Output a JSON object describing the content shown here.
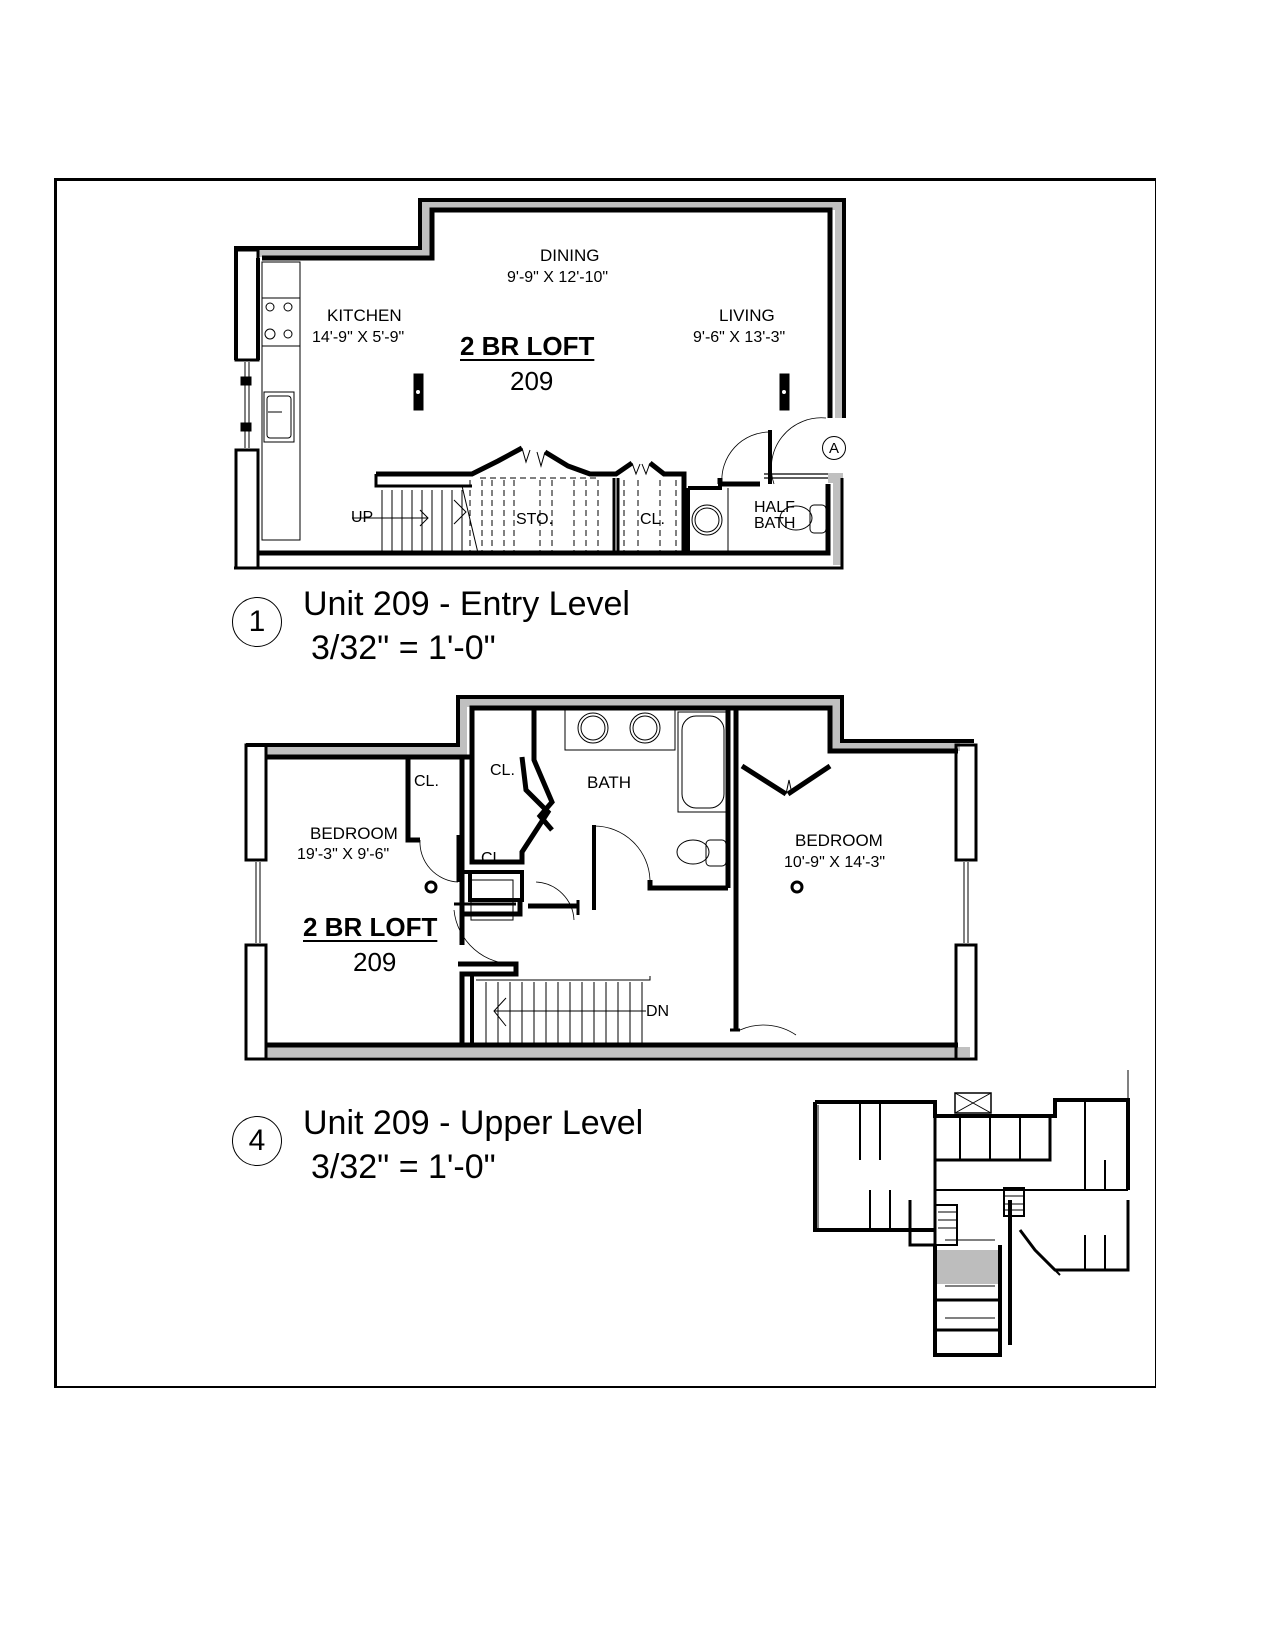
{
  "sheet": {
    "drawings": [
      {
        "id": 1,
        "title": "Unit 209 - Entry Level",
        "scale": "3/32\" = 1'-0\"",
        "unit_type": "2 BR LOFT",
        "unit_number": "209",
        "rooms": [
          {
            "name": "DINING",
            "dimensions": "9'-9\" X  12'-10\""
          },
          {
            "name": "KITCHEN",
            "dimensions": "14'-9\" X 5'-9\""
          },
          {
            "name": "LIVING",
            "dimensions": "9'-6\" X 13'-3\""
          },
          {
            "name": "HALF",
            "name2": "BATH"
          }
        ],
        "labels": {
          "up": "UP",
          "storage": "STO.",
          "closet": "CL.",
          "door_tag": "A"
        }
      },
      {
        "id": 4,
        "title": "Unit 209 - Upper Level",
        "scale": "3/32\" = 1'-0\"",
        "unit_type": "2 BR LOFT",
        "unit_number": "209",
        "rooms": [
          {
            "name": "BEDROOM",
            "dimensions": "19'-3\" X 9'-6\""
          },
          {
            "name": "BATH"
          },
          {
            "name": "BEDROOM",
            "dimensions": "10'-9\" X 14'-3\""
          }
        ],
        "labels": {
          "closet": "CL.",
          "down": "DN"
        }
      }
    ],
    "key_plan": {
      "highlight_color": "#bdbdbd"
    }
  },
  "colors": {
    "wall_fill": "#c0c0c0",
    "line": "#000000",
    "background": "#ffffff"
  }
}
